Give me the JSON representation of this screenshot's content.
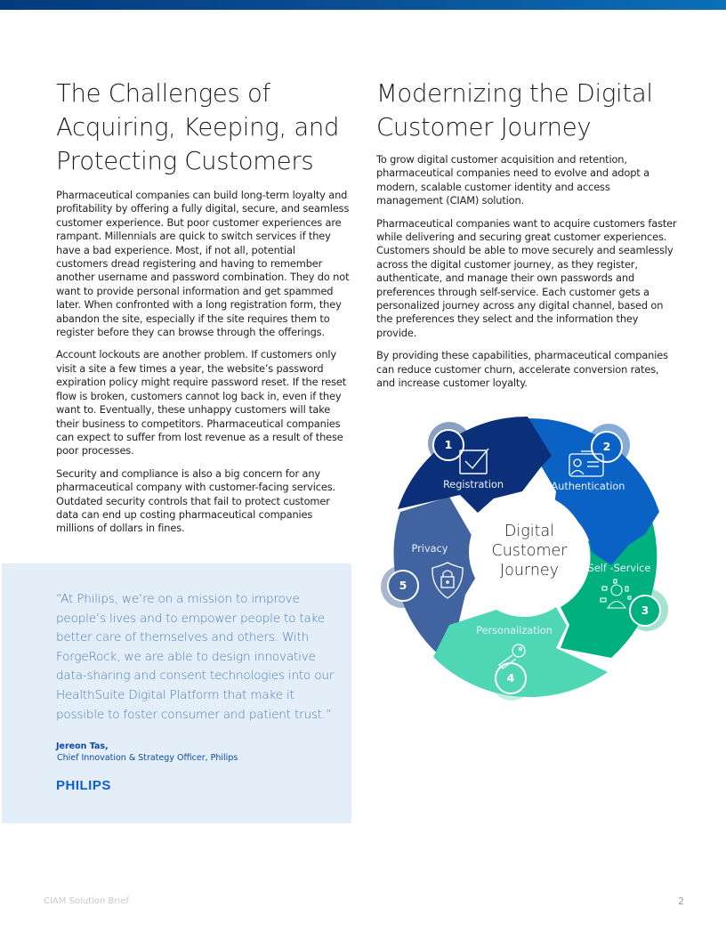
{
  "page": {
    "top_bar_colors": [
      "#053a80",
      "#0a70b8"
    ]
  },
  "left_column": {
    "heading": "The Challenges of Acquiring, Keeping, and Protecting Customers",
    "heading_lines": [
      "The Challenges of",
      "Acquiring, Keeping, and",
      "Protecting Customers"
    ],
    "paragraphs": [
      "Pharmaceutical companies can build long-term loyalty and profitability by offering a fully digital, secure, and seamless customer experience. But poor customer experiences are rampant. Millennials are quick to switch services if they have a bad experience. Most, if not all, potential customers dread registering and having to remember another username and password combination. They do not want to provide personal information and get spammed later. When confronted with a long registration form, they abandon the site, especially if the site requires them to register before they can browse through the offerings.",
      "Account lockouts are another problem. If customers only visit a site a few times a year, the website’s password expiration policy might require password reset. If the reset flow is broken, customers cannot log back in, even if they want to. Eventually, these unhappy customers will take their business to competitors. Pharmaceutical companies can expect to suffer from lost revenue as a result of these poor processes.",
      "Security and compliance is also a big concern for any pharmaceutical company with customer-facing services. Outdated security controls that fail to protect customer data can end up costing pharmaceutical companies millions of dollars in fines."
    ]
  },
  "right_column": {
    "heading_lines": [
      "Modernizing the Digital",
      "Customer Journey"
    ],
    "paragraphs": [
      "To grow digital customer acquisition and retention, pharmaceutical companies need to evolve and adopt a modern, scalable customer identity and access management (CIAM) solution.",
      "Pharmaceutical companies want to acquire customers faster while delivering and securing great customer experiences. Customers should be able to move securely and seamlessly across the digital customer journey, as they register, authenticate, and manage their own passwords and preferences through self-service. Each customer gets a personalized journey across any digital channel, based on the preferences they select and the information they provide.",
      "By providing these capabilities, pharmaceutical companies can reduce customer churn, accelerate conversion rates, and increase customer loyalty."
    ]
  },
  "quote": {
    "text": "“At Philips, we’re on a mission to improve people’s lives and to empower people to take better care of themselves and others. With ForgeRock, we are able to design innovative data-sharing and consent technologies into our HealthSuite Digital Platform that make it possible to foster consumer and patient trust.”",
    "author": "Jereon Tas,",
    "role": "Chief Innovation & Strategy Officer, Philips",
    "logo": "PHILIPS",
    "background": "#e4eef8",
    "text_color": "#4a7bb7"
  },
  "diagram": {
    "center_lines": [
      "Digital",
      "Customer",
      "Journey"
    ],
    "segments": [
      {
        "number": "1",
        "label": "Registration",
        "icon": "checkbox-icon",
        "color": "#0b2f78"
      },
      {
        "number": "2",
        "label": "Authentication",
        "icon": "id-card-icon",
        "color": "#0a63c4"
      },
      {
        "number": "3",
        "label": "Self -Service",
        "icon": "globe-network-icon",
        "color": "#00b07f"
      },
      {
        "number": "4",
        "label": "Personalization",
        "icon": "key-icon",
        "color": "#4fd6b4"
      },
      {
        "number": "5",
        "label": "Privacy",
        "icon": "shield-lock-icon",
        "color": "#41639f"
      }
    ]
  },
  "footer": {
    "doc_title": "CIAM Solution Brief",
    "page_number": "2"
  }
}
